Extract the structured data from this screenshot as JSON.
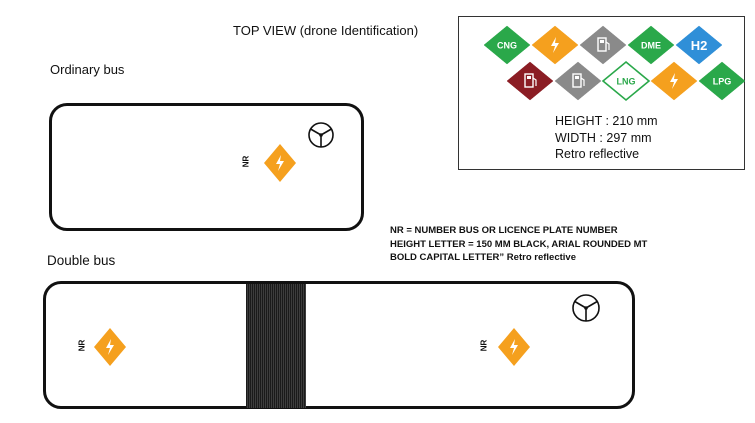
{
  "title": "TOP VIEW (drone Identification)",
  "sections": {
    "ordinary": "Ordinary bus",
    "double": "Double bus"
  },
  "legend": {
    "badges_row1": [
      {
        "label": "CNG",
        "color": "#2aa84a",
        "icon": "gas-badge-icon"
      },
      {
        "label": "",
        "color": "#f5a01e",
        "icon": "electric-lightning-icon"
      },
      {
        "label": "",
        "color": "#8a8a8a",
        "icon": "fuel-pump-icon"
      },
      {
        "label": "DME",
        "color": "#2aa84a",
        "icon": "gas-badge-icon"
      },
      {
        "label": "H2",
        "color": "#2f8fd8",
        "icon": "hydrogen-icon"
      }
    ],
    "badges_row2": [
      {
        "label": "",
        "color": "#8b1d24",
        "icon": "fuel-pump-icon"
      },
      {
        "label": "",
        "color": "#8a8a8a",
        "icon": "fuel-pump-icon"
      },
      {
        "label": "LNG",
        "color": "#ffffff",
        "icon": "gas-badge-icon",
        "border": "#2aa84a",
        "text": "#2aa84a"
      },
      {
        "label": "",
        "color": "#f5a01e",
        "icon": "plug-icon"
      },
      {
        "label": "LPG",
        "color": "#2aa84a",
        "icon": "gas-badge-icon"
      }
    ],
    "height": "HEIGHT : 210 mm",
    "width": "WIDTH :  297 mm",
    "retro": "Retro reflective"
  },
  "note": {
    "line1": "NR = NUMBER BUS OR LICENCE PLATE NUMBER",
    "line2": "HEIGHT LETTER  = 150 MM BLACK, ARIAL ROUNDED MT",
    "line3": "BOLD CAPITAL LETTER” Retro reflective"
  },
  "nr": "NR",
  "colors": {
    "electric": "#f5a01e",
    "outline": "#111111"
  }
}
